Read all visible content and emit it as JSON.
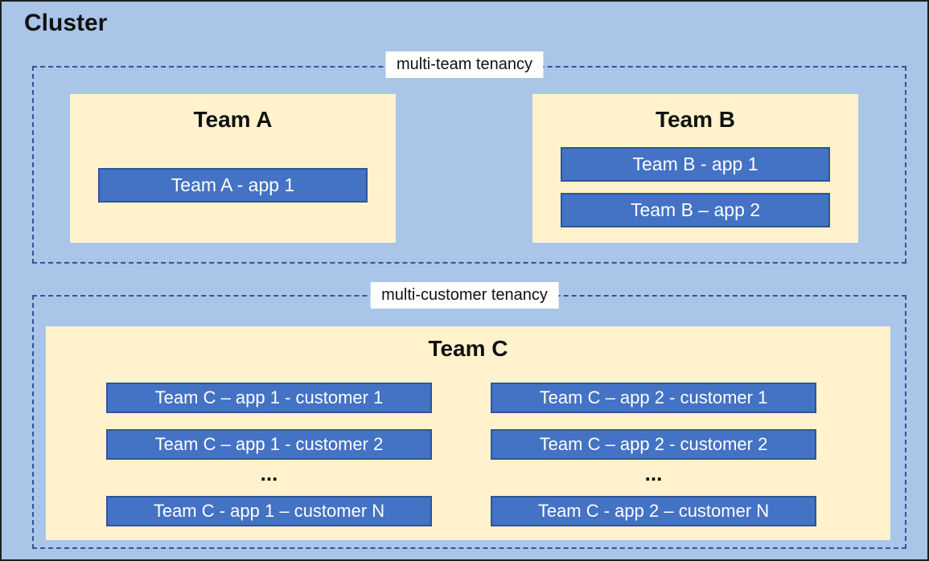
{
  "diagram": {
    "cluster_title": "Cluster",
    "colors": {
      "canvas_background": "#A9C5E8",
      "team_box_background": "#FFF2CC",
      "app_box_background": "#4472C4",
      "app_box_border": "#2F5597",
      "dashed_border": "#2F5597",
      "app_text": "#FFFFFF",
      "label_background": "#FFFFFF",
      "title_text": "#111111"
    },
    "sections": [
      {
        "label": "multi-team tenancy",
        "teams": [
          {
            "name": "Team A",
            "apps": [
              "Team A - app 1"
            ]
          },
          {
            "name": "Team B",
            "apps": [
              "Team B - app 1",
              "Team B – app 2"
            ]
          }
        ]
      },
      {
        "label": "multi-customer tenancy",
        "teams": [
          {
            "name": "Team C",
            "columns": [
              {
                "apps": [
                  "Team C – app 1 - customer 1",
                  "Team C – app 1 - customer 2"
                ],
                "ellipsis": "...",
                "last_app": "Team C - app 1 – customer N"
              },
              {
                "apps": [
                  "Team C – app 2 - customer 1",
                  "Team C – app 2 - customer 2"
                ],
                "ellipsis": "...",
                "last_app": "Team C - app 2 – customer N"
              }
            ]
          }
        ]
      }
    ]
  }
}
